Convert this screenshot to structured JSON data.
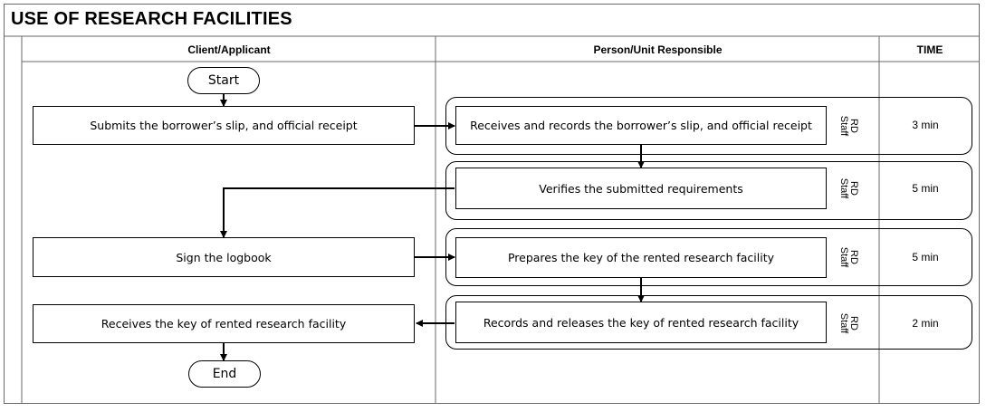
{
  "title": "USE OF RESEARCH FACILITIES",
  "columns": {
    "client": "Client/Applicant",
    "person": "Person/Unit Responsible",
    "time": "TIME"
  },
  "start_label": "Start",
  "end_label": "End",
  "client_steps": [
    "Submits the borrower’s slip, and official receipt",
    "Sign the logbook",
    "Receives the key of rented research facility"
  ],
  "process_steps": [
    {
      "action": "Receives and records the borrower’s slip, and official receipt",
      "responsible": "RD\nStaff",
      "time": "3 min"
    },
    {
      "action": "Verifies the submitted requirements",
      "responsible": "RD\nStaff",
      "time": "5 min"
    },
    {
      "action": "Prepares the key of the rented research facility",
      "responsible": "RD\nStaff",
      "time": "5 min"
    },
    {
      "action": "Records and releases the key of rented research facility",
      "responsible": "RD\nStaff",
      "time": "2 min"
    }
  ]
}
